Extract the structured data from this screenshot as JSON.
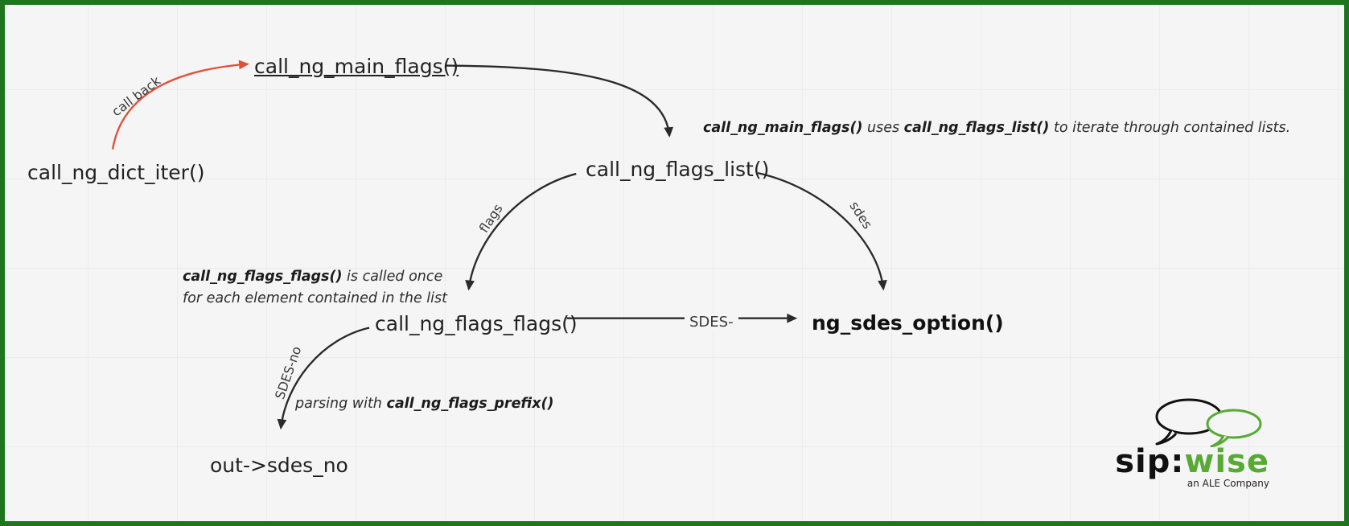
{
  "diagram": {
    "nodes": {
      "dict_iter": "call_ng_dict_iter()",
      "main_flags": "call_ng_main_flags()",
      "flags_list": "call_ng_flags_list()",
      "flags_flags": "call_ng_flags_flags()",
      "sdes_option": "ng_sdes_option()",
      "out_sdes_no": "out->sdes_no"
    },
    "edge_labels": {
      "call_back": "call back",
      "flags": "flags",
      "sdes": "sdes",
      "sdes_dash": "SDES-",
      "sdes_no": "SDES-no"
    },
    "annotations": {
      "top": {
        "bold1": "call_ng_main_flags()",
        "text1": " uses ",
        "bold2": "call_ng_flags_list()",
        "text2": " to iterate through contained lists."
      },
      "left": {
        "bold1": "call_ng_flags_flags()",
        "text1": " is called once",
        "line2": "for each element contained in the list"
      },
      "parsing": {
        "text1": "parsing with ",
        "bold1": "call_ng_flags_prefix()"
      }
    }
  },
  "logo": {
    "brand_black": "sip:",
    "brand_green": "wise",
    "subtitle": "an ALE Company"
  },
  "colors": {
    "border_green": "#1e751e",
    "arrow_red": "#e0513a",
    "arrow_black": "#2a2a2a",
    "logo_green": "#57aa34"
  }
}
